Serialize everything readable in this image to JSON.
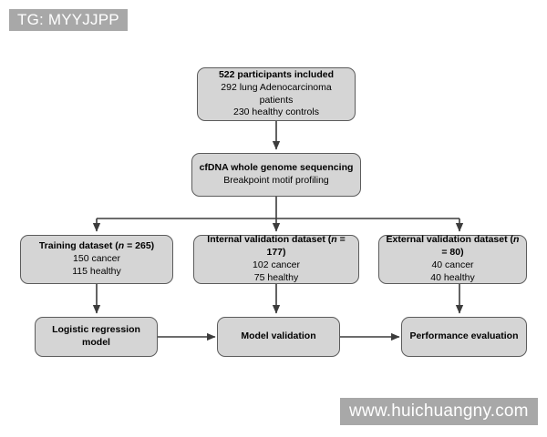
{
  "watermarks": {
    "top_left": "TG: MYYJJPP",
    "bottom_right": "www.huichuangny.com"
  },
  "colors": {
    "node_fill": "#d5d5d5",
    "node_border": "#5c5c5c",
    "connector": "#3c3c3c",
    "watermark_bg": "#a8a8a8",
    "watermark_text": "#ffffff",
    "page_background": "#ffffff"
  },
  "flowchart": {
    "title": "cfDNA breakpoint motif study flow diagram",
    "nodes": {
      "participants": {
        "name": "participants-included",
        "line1": "522 participants included",
        "line2": "292 lung Adenocarcinoma patients",
        "line3": "230 healthy controls"
      },
      "sequencing": {
        "name": "cfdna-sequencing",
        "line1": "cfDNA whole genome sequencing",
        "line2": "Breakpoint motif profiling"
      },
      "training": {
        "name": "training-dataset",
        "title_prefix": "Training dataset (",
        "title_italic": "n",
        "title_suffix": " = 265)",
        "line2": "150 cancer",
        "line3": "115 healthy"
      },
      "internal": {
        "name": "internal-validation-dataset",
        "title_prefix": "Internal validation dataset (",
        "title_italic": "n",
        "title_suffix": " = 177)",
        "line2": "102 cancer",
        "line3": "75 healthy"
      },
      "external": {
        "name": "external-validation-dataset",
        "title_prefix": "External validation dataset (",
        "title_italic": "n",
        "title_suffix": " = 80)",
        "line2": "40 cancer",
        "line3": "40 healthy"
      },
      "logistic": {
        "name": "logistic-regression-model",
        "label": "Logistic regression model"
      },
      "validation": {
        "name": "model-validation",
        "label": "Model validation"
      },
      "performance": {
        "name": "performance-evaluation",
        "label": "Performance evaluation"
      }
    },
    "edges": [
      {
        "from": "participants",
        "to": "sequencing",
        "type": "vertical-arrow"
      },
      {
        "from": "sequencing",
        "to": "training",
        "type": "split-arrow"
      },
      {
        "from": "sequencing",
        "to": "internal",
        "type": "split-arrow"
      },
      {
        "from": "sequencing",
        "to": "external",
        "type": "split-arrow"
      },
      {
        "from": "training",
        "to": "logistic",
        "type": "vertical-arrow"
      },
      {
        "from": "internal",
        "to": "validation",
        "type": "vertical-arrow"
      },
      {
        "from": "external",
        "to": "performance",
        "type": "vertical-arrow"
      },
      {
        "from": "logistic",
        "to": "validation",
        "type": "horizontal-arrow"
      },
      {
        "from": "validation",
        "to": "performance",
        "type": "horizontal-arrow"
      }
    ]
  }
}
